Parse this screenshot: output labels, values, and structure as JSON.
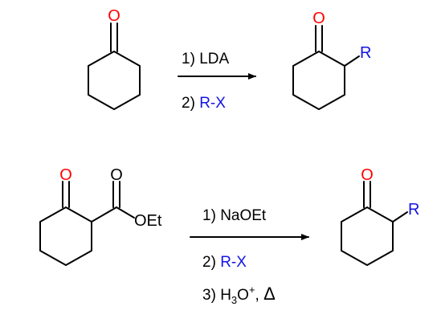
{
  "colors": {
    "oxygen": "#ff0000",
    "r_group": "#1414e6",
    "bond": "#000000",
    "text": "#000000"
  },
  "atoms": {
    "oxygen": "O",
    "r_group": "R",
    "ethoxy": "OEt"
  },
  "reaction1": {
    "step1_number": "1)",
    "step1_reagent": "LDA",
    "step2_number": "2)",
    "step2_reagent": "R-X"
  },
  "reaction2": {
    "step1_number": "1)",
    "step1_reagent": "NaOEt",
    "step2_number": "2)",
    "step2_reagent": "R-X",
    "step3_number": "3)",
    "step3_reagent_parts": [
      "H",
      "3",
      "O",
      "+",
      ",",
      "Δ"
    ]
  }
}
